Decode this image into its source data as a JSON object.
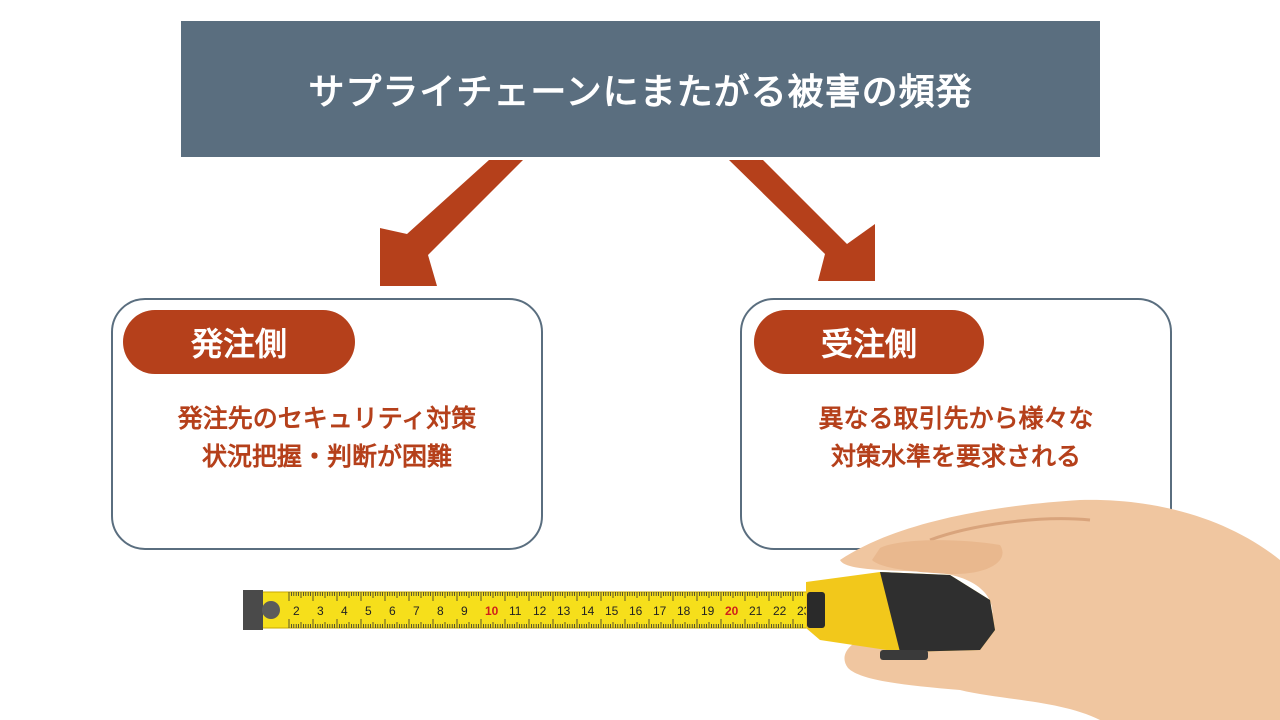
{
  "colors": {
    "banner": "#5a6e7f",
    "accent": "#b5401b",
    "card_border": "#5a6e7f",
    "tape_yellow": "#f6df1b"
  },
  "title": "サプライチェーンにまたがる被害の頻発",
  "left_card": {
    "label": "発注側",
    "line1": "発注先のセキュリティ対策",
    "line2": "状況把握・判断が困難"
  },
  "right_card": {
    "label": "受注側",
    "line1": "異なる取引先から様々な",
    "line2": "対策水準を要求される"
  },
  "tape_measure": {
    "numbers": [
      "2",
      "3",
      "4",
      "5",
      "6",
      "7",
      "8",
      "9",
      "10",
      "11",
      "12",
      "13",
      "14",
      "15",
      "16",
      "17",
      "18",
      "19",
      "20",
      "21",
      "22",
      "23"
    ],
    "highlight": [
      "10",
      "20"
    ]
  }
}
